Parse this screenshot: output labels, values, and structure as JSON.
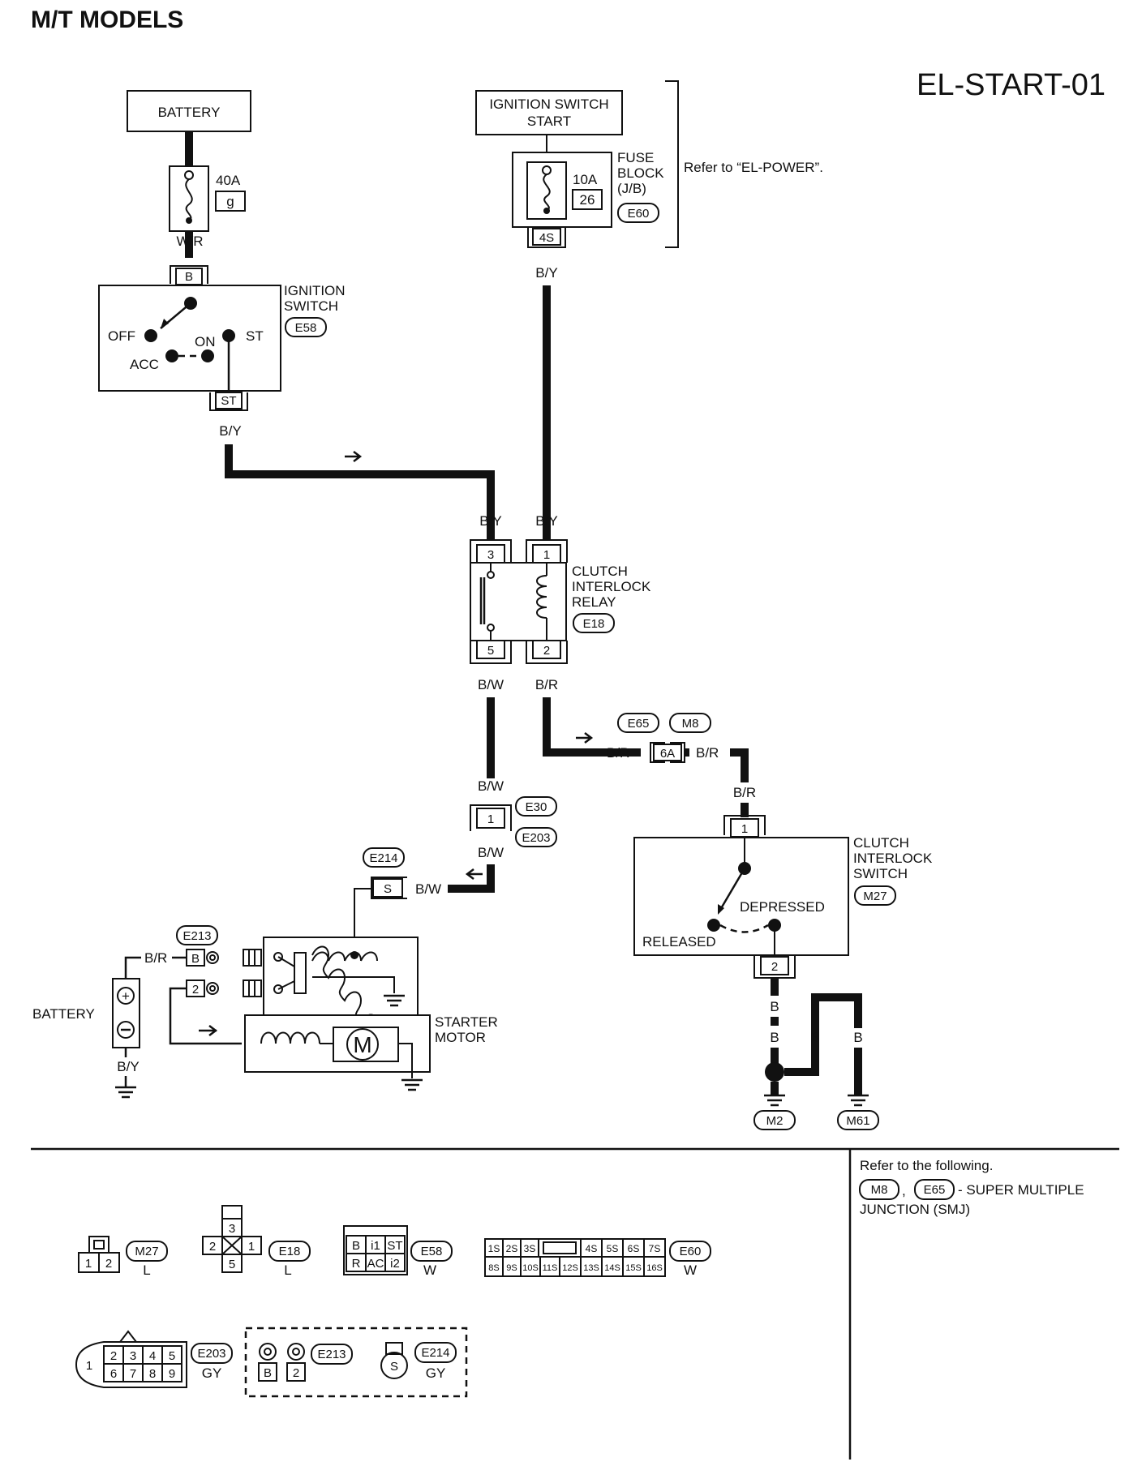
{
  "page": {
    "header": "M/T MODELS",
    "diagram_id": "EL-START-01"
  },
  "power": {
    "battery_label": "BATTERY",
    "fuse_main_amp": "40A",
    "fuse_main_id": "g",
    "ignition_start_line1": "IGNITION SWITCH",
    "ignition_start_line2": "START",
    "fuse_block_line1": "FUSE",
    "fuse_block_line2": "BLOCK",
    "fuse_block_line3": "(J/B)",
    "fuse_block_amp": "10A",
    "fuse_block_id": "26",
    "fuse_block_conn": "E60",
    "fuse_block_term": "4S",
    "refer_power": "Refer to “EL-POWER”."
  },
  "ignition": {
    "label_line1": "IGNITION",
    "label_line2": "SWITCH",
    "conn": "E58",
    "term_b": "B",
    "term_st": "ST",
    "pos_off": "OFF",
    "pos_acc": "ACC",
    "pos_on": "ON",
    "pos_st": "ST"
  },
  "relay": {
    "label_line1": "CLUTCH",
    "label_line2": "INTERLOCK",
    "label_line3": "RELAY",
    "conn": "E18",
    "pin3": "3",
    "pin1": "1",
    "pin5": "5",
    "pin2": "2"
  },
  "wires": {
    "wr": "W/R",
    "by": "B/Y",
    "bw": "B/W",
    "br": "B/R",
    "b": "B"
  },
  "joint": {
    "conn_e30": "E30",
    "conn_e203": "E203",
    "pin": "1",
    "conn_e65": "E65",
    "conn_m8": "M8",
    "term_6a": "6A"
  },
  "clutch_switch": {
    "label_line1": "CLUTCH",
    "label_line2": "INTERLOCK",
    "label_line3": "SWITCH",
    "conn": "M27",
    "pin1": "1",
    "pin2": "2",
    "depressed": "DEPRESSED",
    "released": "RELEASED"
  },
  "starter": {
    "conn_e214": "E214",
    "term_s": "S",
    "conn_e213": "E213",
    "term_b": "B",
    "term_2": "2",
    "battery_label": "BATTERY",
    "motor_line1": "STARTER",
    "motor_line2": "MOTOR",
    "motor_symbol": "M"
  },
  "grounds": {
    "m2": "M2",
    "m61": "M61"
  },
  "refer_box": {
    "line1": "Refer to the following.",
    "conn_m8": "M8",
    "conn_e65": "E65",
    "line2_rest": "- SUPER MULTIPLE",
    "line3": "JUNCTION (SMJ)"
  },
  "connectors": {
    "m27": {
      "id": "M27",
      "color": "L",
      "pins": [
        "1",
        "2"
      ]
    },
    "e18": {
      "id": "E18",
      "color": "L",
      "pins": [
        "3",
        "2",
        "1",
        "5"
      ]
    },
    "e58": {
      "id": "E58",
      "color": "W",
      "pins_top": [
        "B",
        "i1",
        "ST"
      ],
      "pins_bottom": [
        "R",
        "AC",
        "i2"
      ]
    },
    "e60": {
      "id": "E60",
      "color": "W",
      "pins_top": [
        "1S",
        "2S",
        "3S",
        "4S",
        "5S",
        "6S",
        "7S"
      ],
      "pins_bottom": [
        "8S",
        "9S",
        "10S",
        "11S",
        "12S",
        "13S",
        "14S",
        "15S",
        "16S"
      ]
    },
    "e203": {
      "id": "E203",
      "color": "GY",
      "pins_top": [
        "2",
        "3",
        "4",
        "5"
      ],
      "pins_bottom": [
        "6",
        "7",
        "8",
        "9"
      ],
      "pin_side": "1"
    },
    "e213": {
      "id": "E213",
      "pins": [
        "B",
        "2"
      ]
    },
    "e214": {
      "id": "E214",
      "color": "GY",
      "pin": "S"
    }
  }
}
